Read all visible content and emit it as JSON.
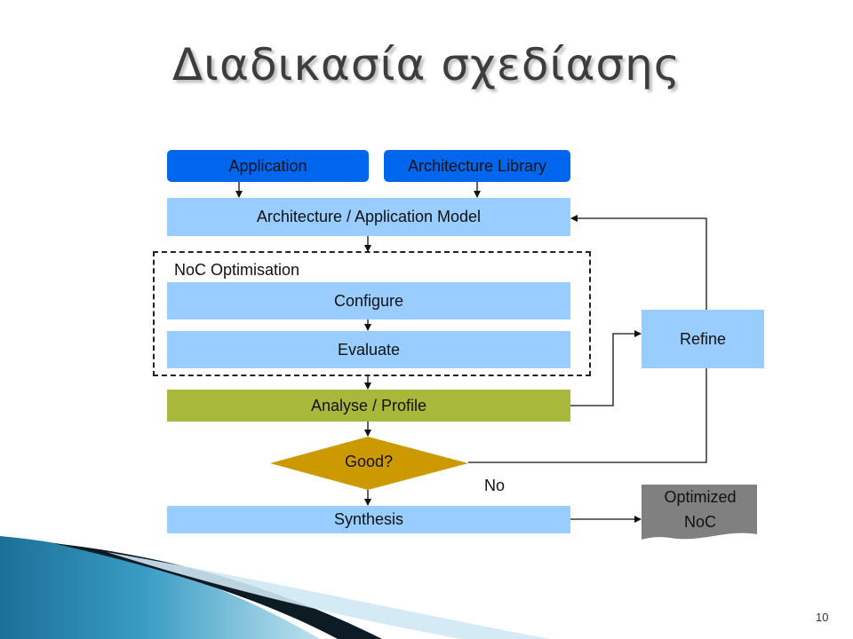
{
  "slide": {
    "title": "Διαδικασία σχεδίασης",
    "page_number": "10"
  },
  "flow": {
    "application": "Application",
    "architecture_library": "Architecture Library",
    "model": "Architecture / Application Model",
    "noc_group": "NoC Optimisation",
    "configure": "Configure",
    "evaluate": "Evaluate",
    "analyse": "Analyse / Profile",
    "decision": "Good?",
    "no_label": "No",
    "synthesis": "Synthesis",
    "refine": "Refine",
    "output_line1": "Optimized",
    "output_line2": "NoC"
  },
  "colors": {
    "input_blue": "#0066ee",
    "light_blue": "#99ccff",
    "analyse_green": "#a8b83a",
    "decision_gold": "#cc9900",
    "output_gray": "#808080"
  }
}
